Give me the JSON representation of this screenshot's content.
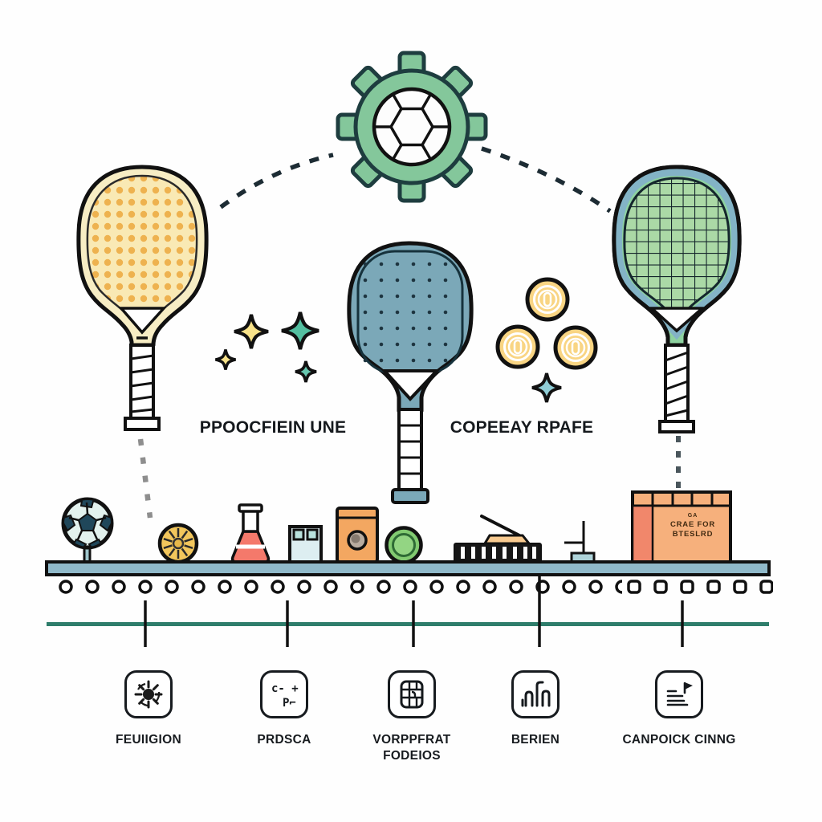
{
  "illustration": {
    "phase_labels": {
      "left": "PPOOCFIEIN UNE",
      "right": "COPEEAY RPAFE"
    },
    "crate_text": {
      "line1": "GA",
      "line2": "CRAE FOR",
      "line3": "BTESLRD"
    },
    "symbols_icon_text": {
      "top": "c- +",
      "bottom": "P⌐"
    },
    "steps": [
      {
        "icon": "scribble-gear-icon",
        "label": "FEUIIGION"
      },
      {
        "icon": "symbols-icon",
        "label": "PRDSCA"
      },
      {
        "icon": "chip-icon",
        "label": "VORPPFRAT FODEIOS"
      },
      {
        "icon": "bar-chart-icon",
        "label": "BERIEN"
      },
      {
        "icon": "document-flag-icon",
        "label": "CANPOICK CINNG"
      }
    ],
    "colors": {
      "gear_green": "#84c79b",
      "paddle_yellow_face": "#f9e9b4",
      "paddle_blue": "#7ba8b8",
      "paddle_green_face": "#abd9a6",
      "paddle_teal_rim": "#83b3c6",
      "coin_gold": "#f9d583",
      "belt_blue": "#90b9c9",
      "timeline_teal": "#2e7d6b",
      "crate_orange": "#f6b07c",
      "sparkle_yellow": "#f8e289",
      "sparkle_teal": "#53bfa0",
      "ink": "#15191d"
    }
  }
}
